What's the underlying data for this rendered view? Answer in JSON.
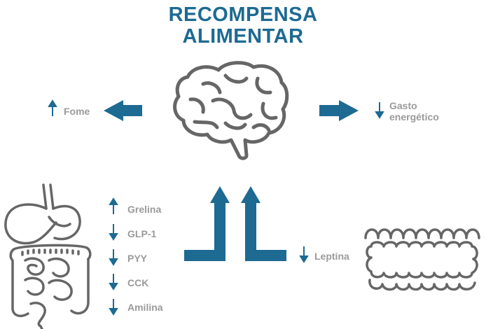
{
  "title": {
    "line1": "RECOMPENSA",
    "line2": "ALIMENTAR",
    "color": "#1d6a93"
  },
  "colors": {
    "accent": "#1d6a93",
    "text_gray": "#9a9a9a",
    "icon_stroke": "#666666"
  },
  "left_effect": {
    "direction": "up",
    "label": "Fome",
    "icon": "arrow-up-icon"
  },
  "right_effect": {
    "direction": "down",
    "line1": "Gasto",
    "line2": "energético",
    "icon": "arrow-down-icon"
  },
  "gut_hormones": [
    {
      "label": "Grelina",
      "direction": "up"
    },
    {
      "label": "GLP-1",
      "direction": "down"
    },
    {
      "label": "PYY",
      "direction": "down"
    },
    {
      "label": "CCK",
      "direction": "down"
    },
    {
      "label": "Amilina",
      "direction": "down"
    }
  ],
  "adipose_hormone": {
    "label": "Leptina",
    "direction": "down"
  },
  "icons": {
    "center": "brain-icon",
    "bottom_left": "digestive-system-icon",
    "bottom_right": "adipose-tissue-icon"
  }
}
